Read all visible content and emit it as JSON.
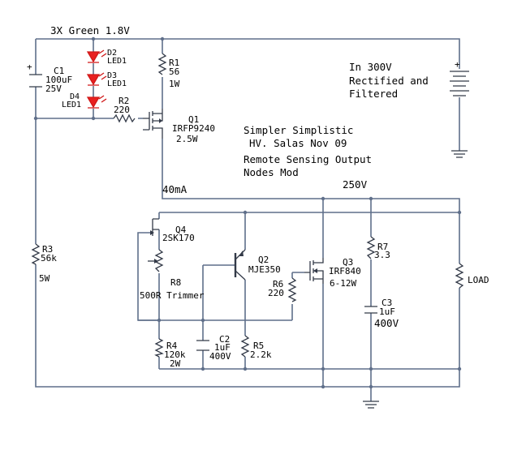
{
  "title": "3X Green 1.8V",
  "notes": {
    "supply_line1": "In 300V",
    "supply_line2": "Rectified and",
    "supply_line3": "Filtered",
    "design_line1": "Simpler Simplistic",
    "design_line2": "HV. Salas Nov 09",
    "design_line3": "Remote Sensing Output",
    "design_line4": "Nodes Mod",
    "current": "40mA",
    "voltage_out": "250V"
  },
  "components": {
    "c1": {
      "ref": "C1",
      "value": "100uF",
      "rating": "25V",
      "polarity": "+"
    },
    "d2": {
      "ref": "D2",
      "value": "LED1"
    },
    "d3": {
      "ref": "D3",
      "value": "LED1"
    },
    "d4": {
      "ref": "D4",
      "value": "LED1"
    },
    "r1": {
      "ref": "R1",
      "value": "56",
      "rating": "1W"
    },
    "r2": {
      "ref": "R2",
      "value": "220"
    },
    "q1": {
      "ref": "Q1",
      "value": "IRFP9240",
      "rating": "2.5W"
    },
    "q4": {
      "ref": "Q4",
      "value": "2SK170"
    },
    "r8": {
      "ref": "R8",
      "value": "500R Trimmer"
    },
    "r3": {
      "ref": "R3",
      "value": "56k",
      "rating": "5W"
    },
    "q2": {
      "ref": "Q2",
      "value": "MJE350"
    },
    "r6": {
      "ref": "R6",
      "value": "220"
    },
    "q3": {
      "ref": "Q3",
      "value": "IRF840",
      "rating": "6-12W"
    },
    "r7": {
      "ref": "R7",
      "value": "3.3"
    },
    "c3": {
      "ref": "C3",
      "value": "1uF",
      "rating": "400V"
    },
    "r4": {
      "ref": "R4",
      "value": "120k",
      "rating": "2W"
    },
    "c2": {
      "ref": "C2",
      "value": "1uF",
      "rating": "400V"
    },
    "r5": {
      "ref": "R5",
      "value": "2.2k"
    },
    "load": {
      "ref": "LOAD"
    },
    "battery": {
      "polarity": "+"
    }
  }
}
